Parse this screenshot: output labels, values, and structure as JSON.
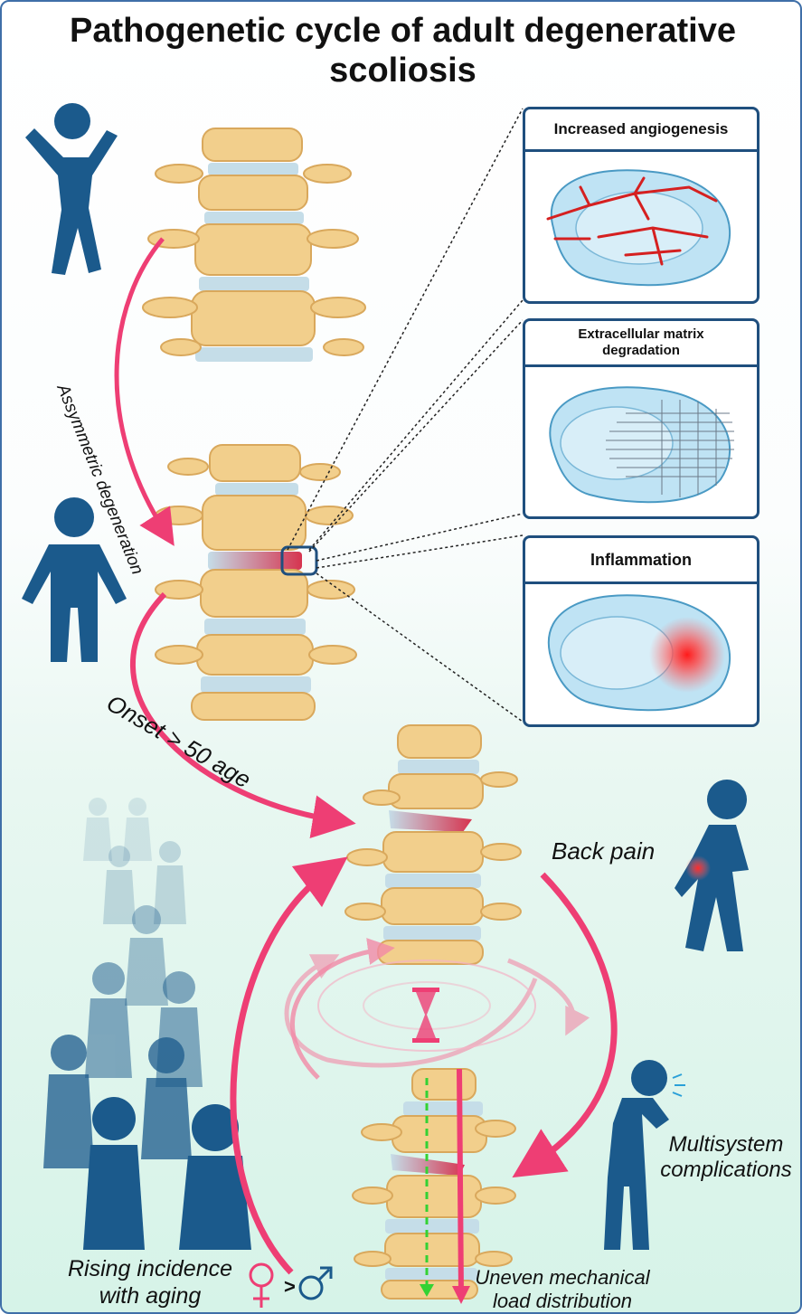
{
  "title_line1": "Pathogenetic cycle of adult degenerative",
  "title_line2": "scoliosis",
  "labels": {
    "asymmetric": "Assymmetric degeneration",
    "onset": "Onset > 50 age",
    "back_pain": "Back pain",
    "multisystem_1": "Multisystem",
    "multisystem_2": "complications",
    "rising_1": "Rising incidence",
    "rising_2": "with aging",
    "uneven_1": "Uneven mechanical",
    "uneven_2": "load distribution",
    "gt": ">"
  },
  "panels": {
    "angiogenesis": "Increased angiogenesis",
    "ecm_1": "Extracellular matrix",
    "ecm_2": "degradation",
    "inflammation": "Inflammation"
  },
  "colors": {
    "figure": "#1b5a8c",
    "arrow": "#ee3e74",
    "bone": "#f2cf8c",
    "disc": "#c5dde8",
    "frame": "#3f6fa8",
    "female": "#ee3e74",
    "male": "#1b5a8c"
  },
  "icons": [
    "person-jumping-icon",
    "person-standing-icon",
    "person-back-pain-icon",
    "person-coughing-icon",
    "hourglass-icon",
    "female-symbol-icon",
    "male-symbol-icon"
  ]
}
